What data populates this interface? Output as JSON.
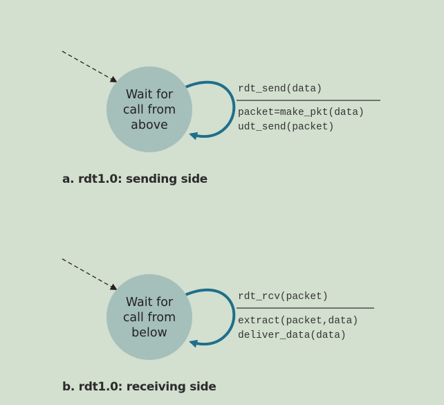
{
  "colors": {
    "background": "#d3dfcf",
    "state_fill": "#a5bfbb",
    "loop_arrow": "#1f6f8b",
    "text": "#222222"
  },
  "sending": {
    "state_lines": [
      "Wait for",
      "call from",
      "above"
    ],
    "event": "rdt_send(data)",
    "actions": [
      "packet=make_pkt(data)",
      "udt_send(packet)"
    ],
    "caption": "a.  rdt1.0: sending side"
  },
  "receiving": {
    "state_lines": [
      "Wait for",
      "call from",
      "below"
    ],
    "event": "rdt_rcv(packet)",
    "actions": [
      "extract(packet,data)",
      "deliver_data(data)"
    ],
    "caption": "b.  rdt1.0: receiving side"
  }
}
